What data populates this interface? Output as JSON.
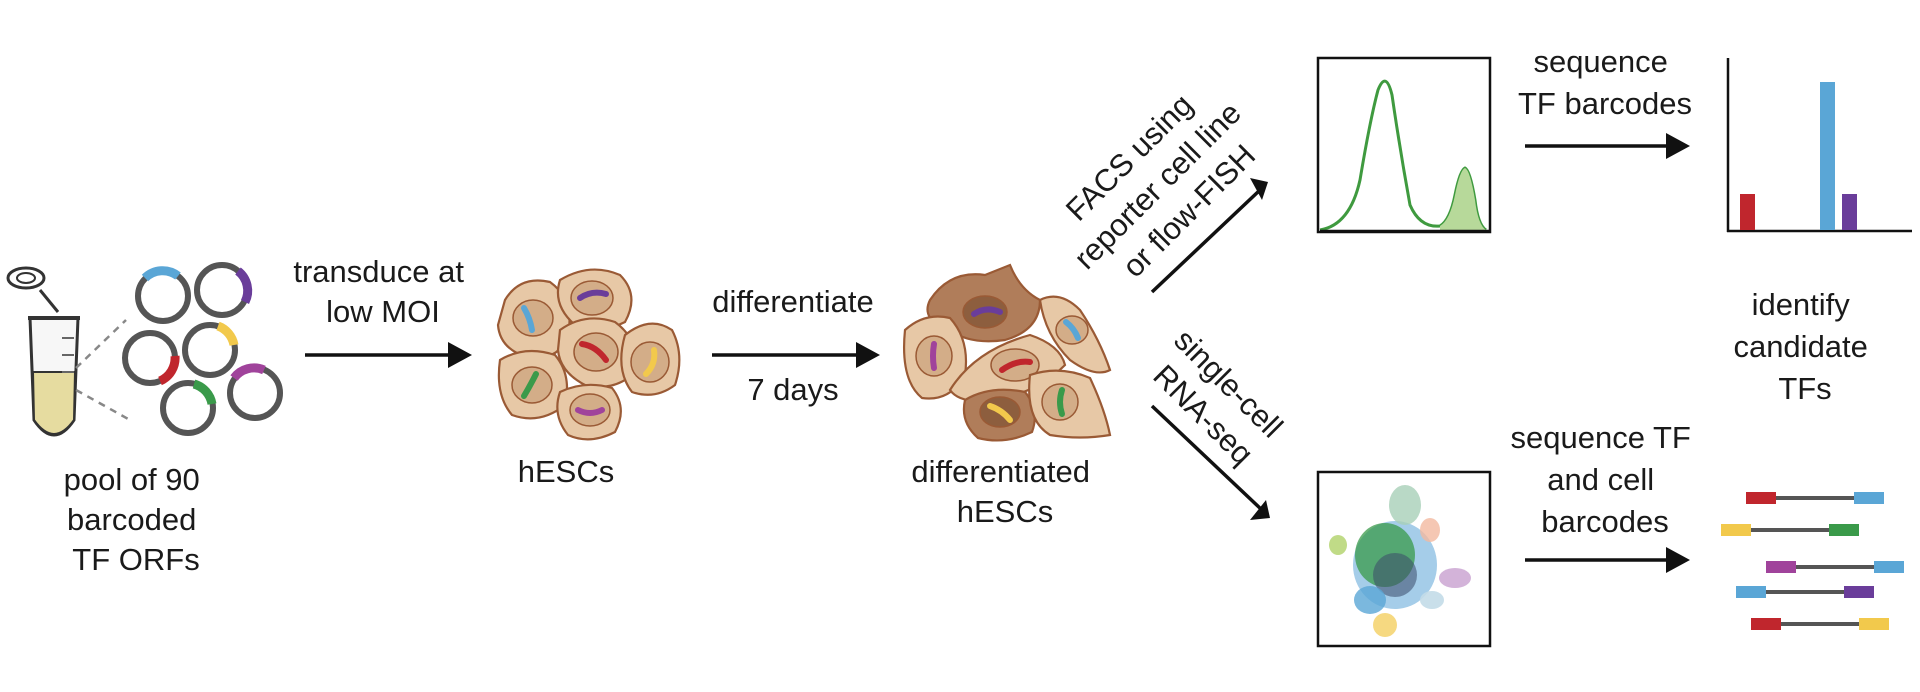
{
  "labels": {
    "pool": [
      "pool of 90",
      "barcoded",
      "TF ORFs"
    ],
    "transduce": [
      "transduce at",
      "low MOI"
    ],
    "hescs": "hESCs",
    "differentiate": "differentiate",
    "days": "7 days",
    "differentiated": [
      "differentiated",
      "hESCs"
    ],
    "facs": [
      "FACS using",
      "reporter cell line",
      "or flow-FISH"
    ],
    "scrna": [
      "single-cell",
      "RNA-seq"
    ],
    "seq_tf": [
      "sequence",
      "TF barcodes"
    ],
    "seq_tf_cell": [
      "sequence TF",
      "and cell",
      "barcodes"
    ],
    "identify": [
      "identify",
      "candidate",
      "TFs"
    ]
  },
  "colors": {
    "blue": "#5aa6d6",
    "purple": "#6a3d9a",
    "yellow": "#f2c94c",
    "red": "#c0262d",
    "green": "#3a9a4a",
    "magenta": "#a0439b",
    "cell_light": "#e7c8a6",
    "cell_dark": "#b07d5a",
    "histogram": "#3f9a3f"
  },
  "icons": [
    "tube-icon",
    "plasmid-icon",
    "cell-icon",
    "histogram-icon",
    "bar-chart-icon",
    "umap-icon",
    "barcode-read-icon",
    "arrow-icon"
  ],
  "barcode_reads": [
    {
      "left": "red",
      "right": "blue"
    },
    {
      "left": "yellow",
      "right": "green"
    },
    {
      "left": "magenta",
      "right": "blue"
    },
    {
      "left": "blue",
      "right": "purple"
    },
    {
      "left": "red",
      "right": "yellow"
    }
  ]
}
